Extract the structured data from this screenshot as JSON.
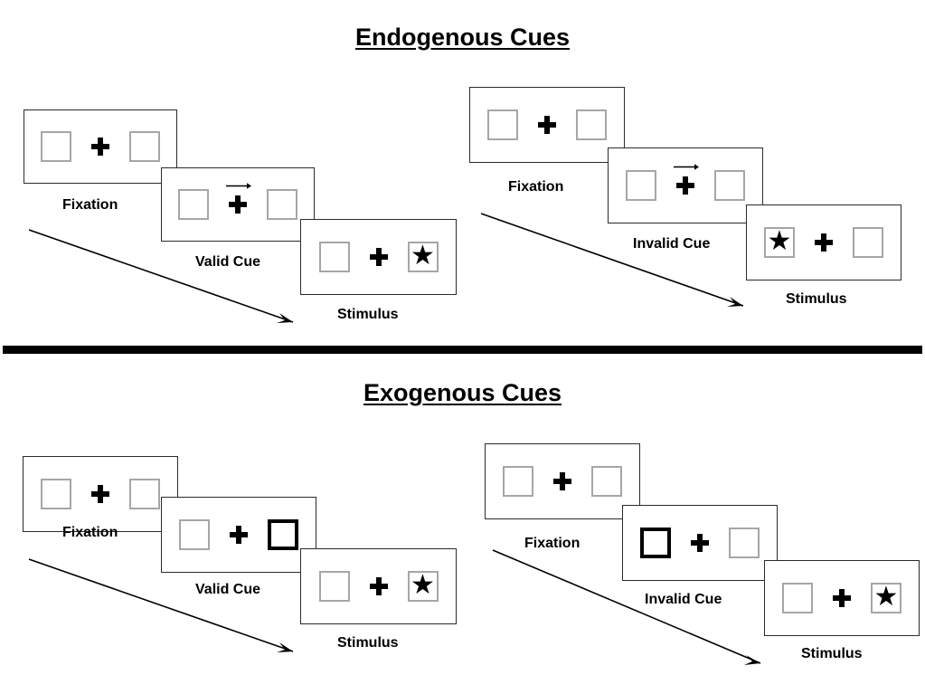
{
  "page": {
    "background": "#ffffff",
    "ink": "#000000",
    "box_border_color": "#a6a6a6",
    "cued_box_border_color": "#000000",
    "panel_border_color": "#2b2b2b"
  },
  "sections": [
    {
      "id": "endogenous",
      "title": "Endogenous Cues",
      "sequences": [
        {
          "id": "endogenous-valid",
          "validity": "valid",
          "steps": [
            {
              "label": "Fixation",
              "left_box": {
                "cued": false,
                "star": false
              },
              "right_box": {
                "cued": false,
                "star": false
              },
              "arrow_cue": "none"
            },
            {
              "label": "Valid Cue",
              "left_box": {
                "cued": false,
                "star": false
              },
              "right_box": {
                "cued": false,
                "star": false
              },
              "arrow_cue": "right"
            },
            {
              "label": "Stimulus",
              "left_box": {
                "cued": false,
                "star": false
              },
              "right_box": {
                "cued": false,
                "star": true
              },
              "arrow_cue": "none"
            }
          ]
        },
        {
          "id": "endogenous-invalid",
          "validity": "invalid",
          "steps": [
            {
              "label": "Fixation",
              "left_box": {
                "cued": false,
                "star": false
              },
              "right_box": {
                "cued": false,
                "star": false
              },
              "arrow_cue": "none"
            },
            {
              "label": "Invalid Cue",
              "left_box": {
                "cued": false,
                "star": false
              },
              "right_box": {
                "cued": false,
                "star": false
              },
              "arrow_cue": "right"
            },
            {
              "label": "Stimulus",
              "left_box": {
                "cued": false,
                "star": true
              },
              "right_box": {
                "cued": false,
                "star": false
              },
              "arrow_cue": "none"
            }
          ]
        }
      ]
    },
    {
      "id": "exogenous",
      "title": "Exogenous Cues",
      "sequences": [
        {
          "id": "exogenous-valid",
          "validity": "valid",
          "steps": [
            {
              "label": "Fixation",
              "left_box": {
                "cued": false,
                "star": false
              },
              "right_box": {
                "cued": false,
                "star": false
              },
              "arrow_cue": "none"
            },
            {
              "label": "Valid Cue",
              "left_box": {
                "cued": false,
                "star": false
              },
              "right_box": {
                "cued": true,
                "star": false
              },
              "arrow_cue": "none"
            },
            {
              "label": "Stimulus",
              "left_box": {
                "cued": false,
                "star": false
              },
              "right_box": {
                "cued": false,
                "star": true
              },
              "arrow_cue": "none"
            }
          ]
        },
        {
          "id": "exogenous-invalid",
          "validity": "invalid",
          "steps": [
            {
              "label": "Fixation",
              "left_box": {
                "cued": false,
                "star": false
              },
              "right_box": {
                "cued": false,
                "star": false
              },
              "arrow_cue": "none"
            },
            {
              "label": "Invalid Cue",
              "left_box": {
                "cued": true,
                "star": false
              },
              "right_box": {
                "cued": false,
                "star": false
              },
              "arrow_cue": "none"
            },
            {
              "label": "Stimulus",
              "left_box": {
                "cued": false,
                "star": false
              },
              "right_box": {
                "cued": false,
                "star": true
              },
              "arrow_cue": "none"
            }
          ]
        }
      ]
    }
  ],
  "icons": {
    "star": "★",
    "fixation_cross": "plus-icon",
    "cue_arrow": "arrow-right-icon",
    "flow_arrow": "time-flow-arrow-icon"
  },
  "labels": {
    "fixation": "Fixation",
    "valid_cue": "Valid Cue",
    "invalid_cue": "Invalid Cue",
    "stimulus": "Stimulus"
  }
}
